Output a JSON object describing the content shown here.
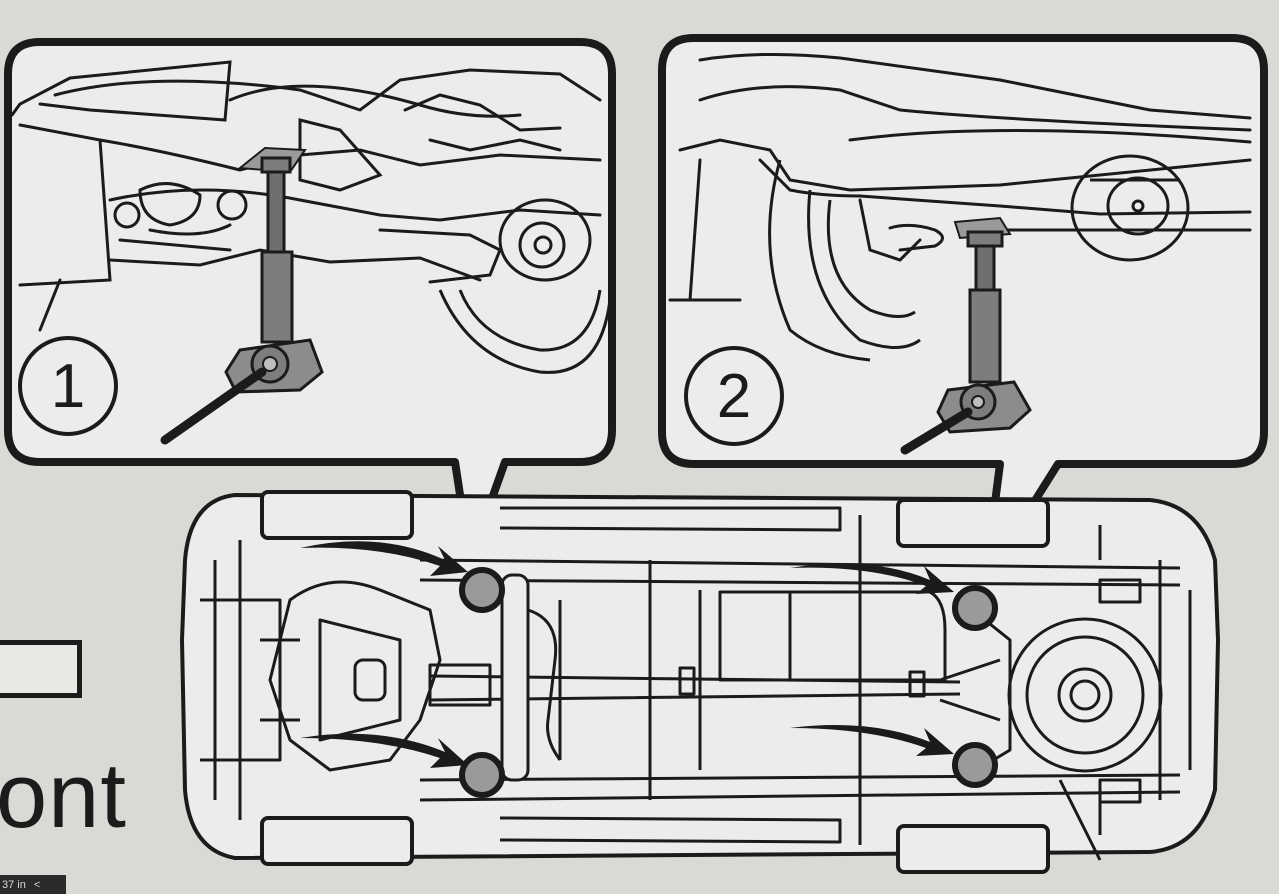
{
  "callouts": [
    {
      "number": "1"
    },
    {
      "number": "2"
    }
  ],
  "label_partial": "ont",
  "status_strip": {
    "zoom_text": "37 in",
    "nav_symbol": "<"
  },
  "colors": {
    "line": "#1b1b1b",
    "panel": "#ececea",
    "background": "#d9d9d5",
    "jack_point": "#9a9a9a",
    "jack_body": "#7d7d7d"
  }
}
